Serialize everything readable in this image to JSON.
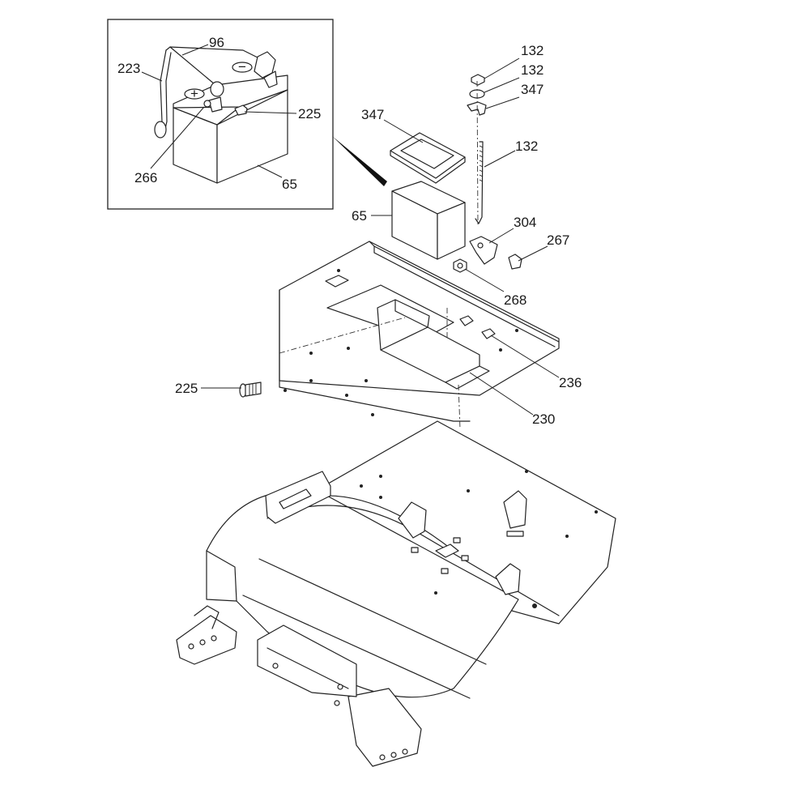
{
  "diagram": {
    "callouts": {
      "inset_96": "96",
      "inset_223": "223",
      "inset_225": "225",
      "inset_266": "266",
      "inset_65": "65",
      "c132a": "132",
      "c132b": "132",
      "c347a": "347",
      "c132c": "132",
      "c347b": "347",
      "c65": "65",
      "c304": "304",
      "c267": "267",
      "c268": "268",
      "c236": "236",
      "c225": "225",
      "c230": "230"
    },
    "battery_symbols": {
      "positive": "+",
      "negative": "−"
    }
  }
}
